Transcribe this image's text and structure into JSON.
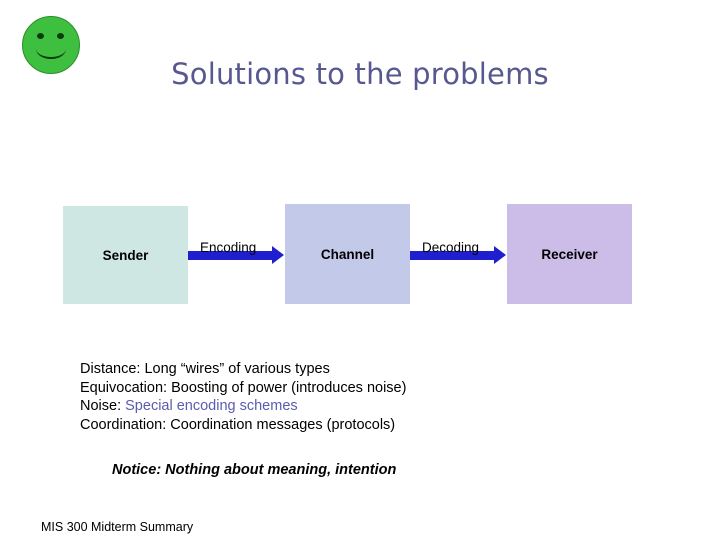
{
  "slide": {
    "title": "Solutions to the problems",
    "footer": "MIS 300 Midterm Summary",
    "notice": "Notice: Nothing about meaning, intention"
  },
  "logo": {
    "name": "smiley-face-logo",
    "color": "#3fbf3f"
  },
  "diagram": {
    "boxes": [
      {
        "label": "Sender",
        "color": "#cfe7e3"
      },
      {
        "label": "Channel",
        "color": "#c3c9e8"
      },
      {
        "label": "Receiver",
        "color": "#cbbde8"
      }
    ],
    "arrows": [
      {
        "label": "Encoding",
        "color": "#1f1fcf"
      },
      {
        "label": "Decoding",
        "color": "#1f1fcf"
      }
    ]
  },
  "notes": [
    {
      "prefix": "Distance: Long “wires” of various types",
      "highlight": ""
    },
    {
      "prefix": "Equivocation: Boosting of power (introduces noise)",
      "highlight": ""
    },
    {
      "prefix": "Noise: ",
      "highlight": "Special encoding schemes"
    },
    {
      "prefix": "Coordination: Coordination messages (protocols)",
      "highlight": ""
    }
  ]
}
